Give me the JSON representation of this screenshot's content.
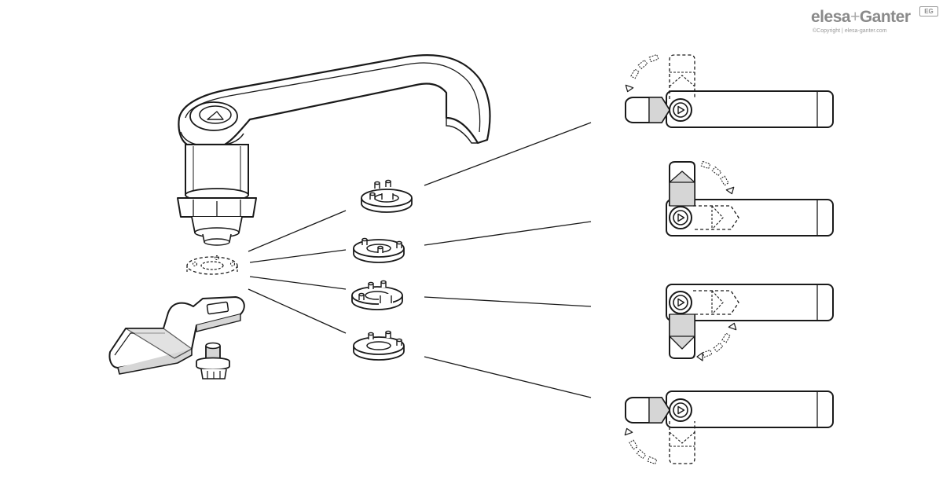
{
  "logo": {
    "brand_a": "elesa",
    "plus": "+",
    "brand_b": "Ganter",
    "badge": "EG",
    "copyright": "©Copyright | elesa-ganter.com"
  },
  "colors": {
    "line": "#1a1a1a",
    "fill": "#ffffff",
    "shade": "#d6d6d6",
    "logo_grey": "#8a8a8a"
  },
  "diagram": {
    "stop_washers": 4,
    "handle_positions": 4
  }
}
